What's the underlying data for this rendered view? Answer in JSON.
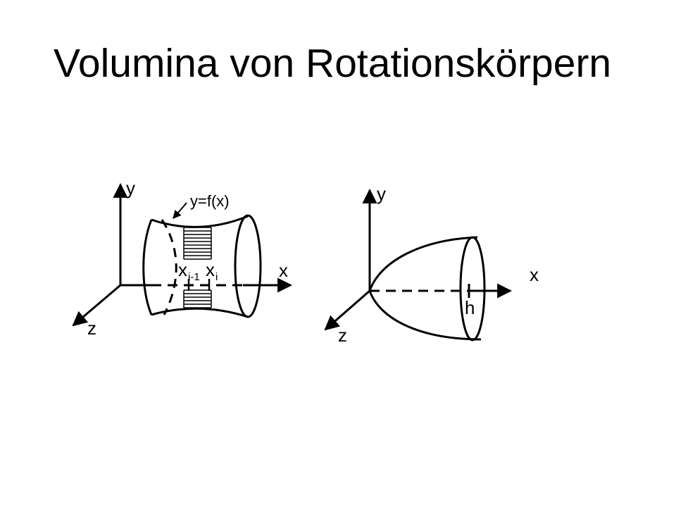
{
  "title": "Volumina von Rotationskörpern",
  "left_figure": {
    "axis_y": "y",
    "axis_x": "x",
    "axis_z": "z",
    "curve_label": "y=f(x)",
    "slice_left_base": "x",
    "slice_left_sub": "i-1",
    "slice_right_base": "x",
    "slice_right_sub": "i"
  },
  "right_figure": {
    "axis_y": "y",
    "axis_x": "x",
    "axis_z": "z",
    "height_label": "h"
  },
  "colors": {
    "ink": "#000000",
    "background": "#ffffff"
  }
}
